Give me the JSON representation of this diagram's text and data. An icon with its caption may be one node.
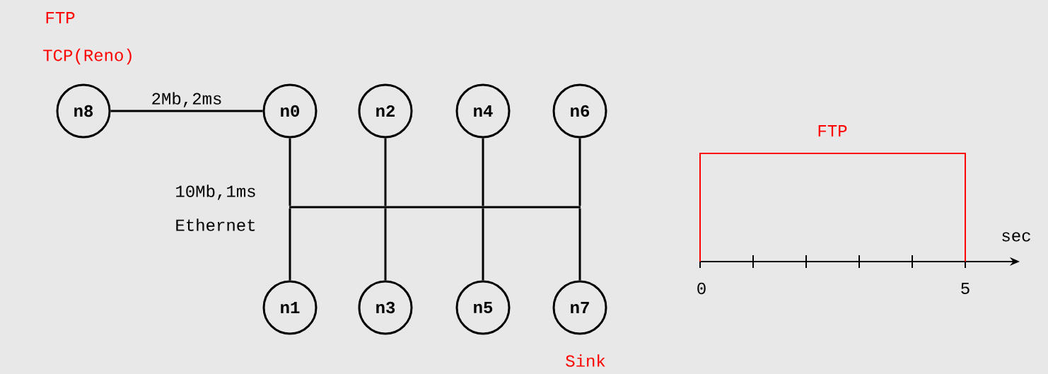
{
  "diagram": {
    "nodes": [
      {
        "text": [
          "n8"
        ],
        "beside": [
          "FTP",
          "TCP(Reno)"
        ]
      },
      {
        "text": [
          "n0"
        ]
      },
      {
        "text": [
          "n2"
        ]
      },
      {
        "text": [
          "n4"
        ]
      },
      {
        "text": [
          "n6"
        ]
      },
      {
        "text": [
          "n1"
        ]
      },
      {
        "text": [
          "n3"
        ]
      },
      {
        "text": [
          "n5"
        ]
      },
      {
        "text": [
          "n7"
        ],
        "beside": [
          "Sink"
        ]
      },
      {
        "text": [],
        "shape": "bar",
        "beside": [
          "10Mb,1ms",
          "Ethernet"
        ]
      }
    ],
    "edges": [
      {
        "from": 0,
        "to": 1,
        "arrow": "none",
        "label": "2Mb,2ms"
      },
      {
        "from": 1,
        "to": 9,
        "arrow": "none"
      },
      {
        "from": 2,
        "to": 9,
        "arrow": "none"
      },
      {
        "from": 3,
        "to": 9,
        "arrow": "none"
      },
      {
        "from": 4,
        "to": 9,
        "arrow": "none"
      },
      {
        "from": 5,
        "to": 9,
        "arrow": "none"
      },
      {
        "from": 6,
        "to": 9,
        "arrow": "none"
      },
      {
        "from": 7,
        "to": 9,
        "arrow": "none"
      },
      {
        "from": 8,
        "to": 9,
        "arrow": "none"
      }
    ],
    "labels": [
      "FTP",
      "sec",
      "0",
      "5"
    ]
  }
}
